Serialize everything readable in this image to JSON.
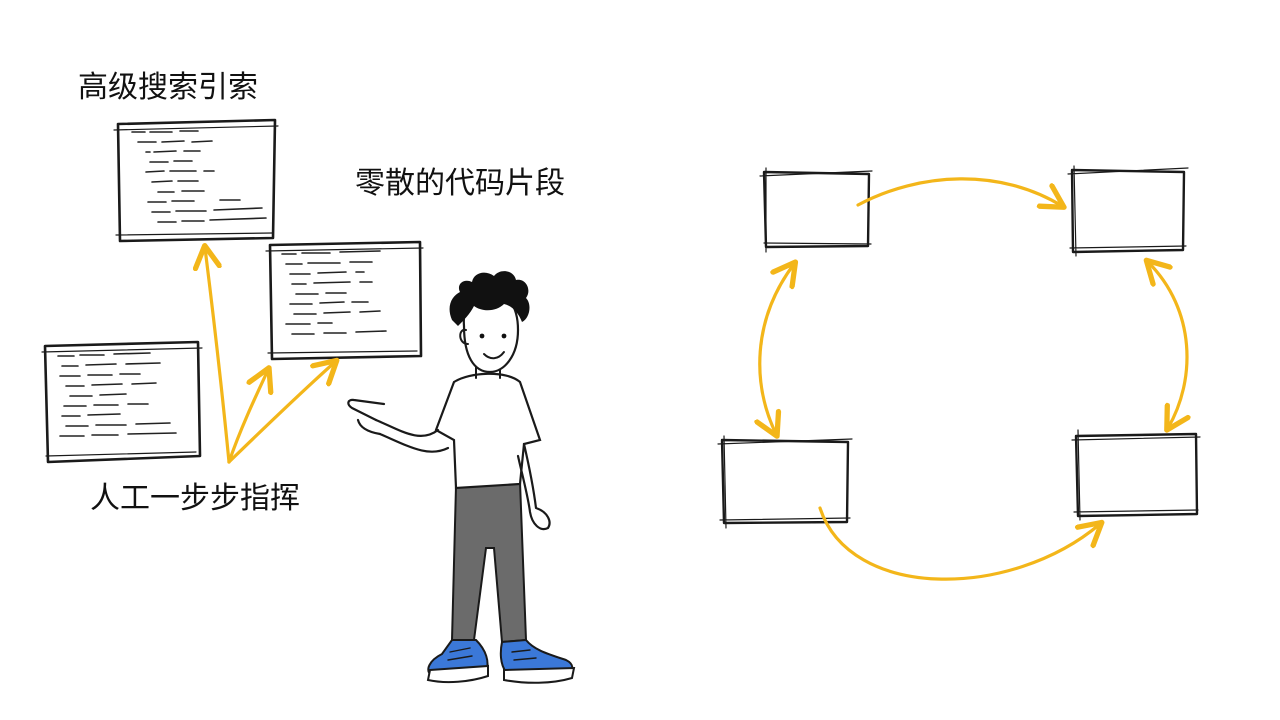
{
  "labels": {
    "advanced_search_index": "高级搜索引索",
    "scattered_code_snippets": "零散的代码片段",
    "manual_step_by_step": "人工一步步指挥"
  },
  "colors": {
    "arrow": "#f3b61a",
    "ink": "#1a1a1a",
    "pants": "#6b6b6b",
    "shoe": "#3b78d8",
    "background": "#ffffff"
  },
  "icons": {
    "person": "person-pointing-illustration",
    "code_panel": "sketched-code-window",
    "loop_box": "empty-sketched-box"
  }
}
